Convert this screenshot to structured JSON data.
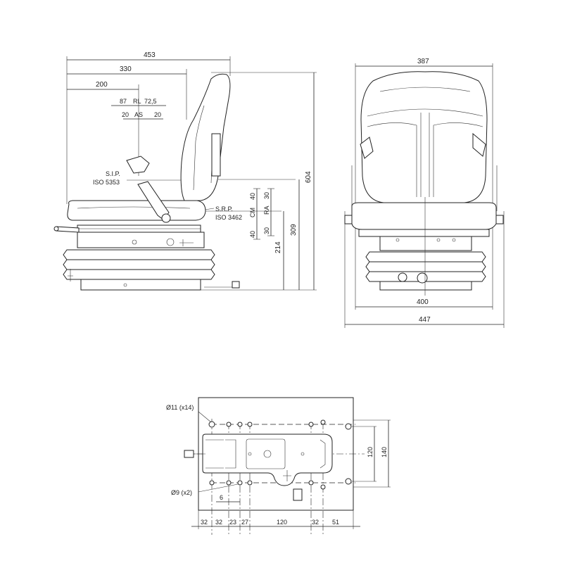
{
  "side_view": {
    "dims": {
      "overall_depth": "453",
      "depth_330": "330",
      "depth_200": "200",
      "adj_87": "87",
      "rl": "RL",
      "adj_72_5": "72,5",
      "adj_20_left": "20",
      "as": "AS",
      "adj_20_right": "20",
      "height_604": "604",
      "height_309": "309",
      "height_214": "214",
      "cm": "CM",
      "cm_40_top": "40",
      "cm_40_bottom": "40",
      "ra": "RA",
      "ra_30_top": "30",
      "ra_30_bottom": "30"
    },
    "labels": {
      "sip": "S.I.P.",
      "sip_iso": "ISO 5353",
      "srp": "S.R.P.",
      "srp_iso": "ISO 3462"
    }
  },
  "front_view": {
    "dims": {
      "back_width": "387",
      "base_width": "400",
      "overall_width": "447"
    }
  },
  "base_plate": {
    "labels": {
      "holes_11": "Ø11 (x14)",
      "holes_9": "Ø9 (x2)"
    },
    "dims": {
      "offset_6": "6",
      "h_120": "120",
      "h_140": "140",
      "bottom": [
        "32",
        "32",
        "23",
        "27",
        "120",
        "32",
        "51"
      ]
    }
  }
}
